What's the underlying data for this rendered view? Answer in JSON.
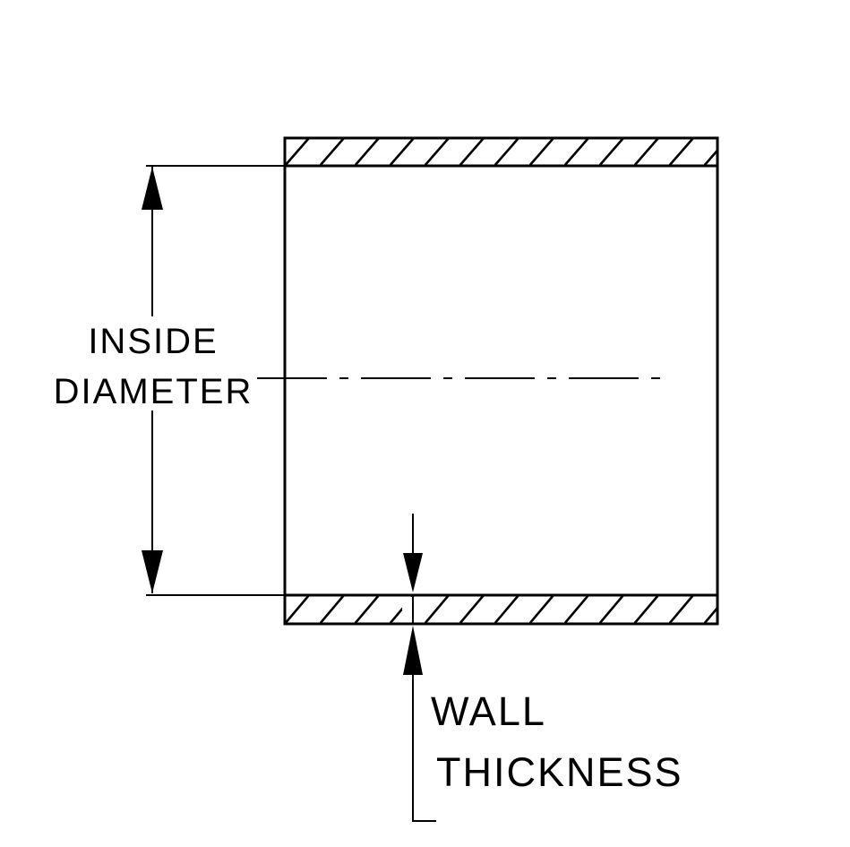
{
  "page": {
    "background_color": "#ffffff",
    "ink_color": "#000000"
  },
  "diagram": {
    "type": "technical-drawing-cross-section",
    "labels": {
      "inside_diameter_line1": "INSIDE",
      "inside_diameter_line2": "DIAMETER",
      "wall_thickness_line1": "WALL",
      "wall_thickness_line2": "THICKNESS"
    }
  }
}
